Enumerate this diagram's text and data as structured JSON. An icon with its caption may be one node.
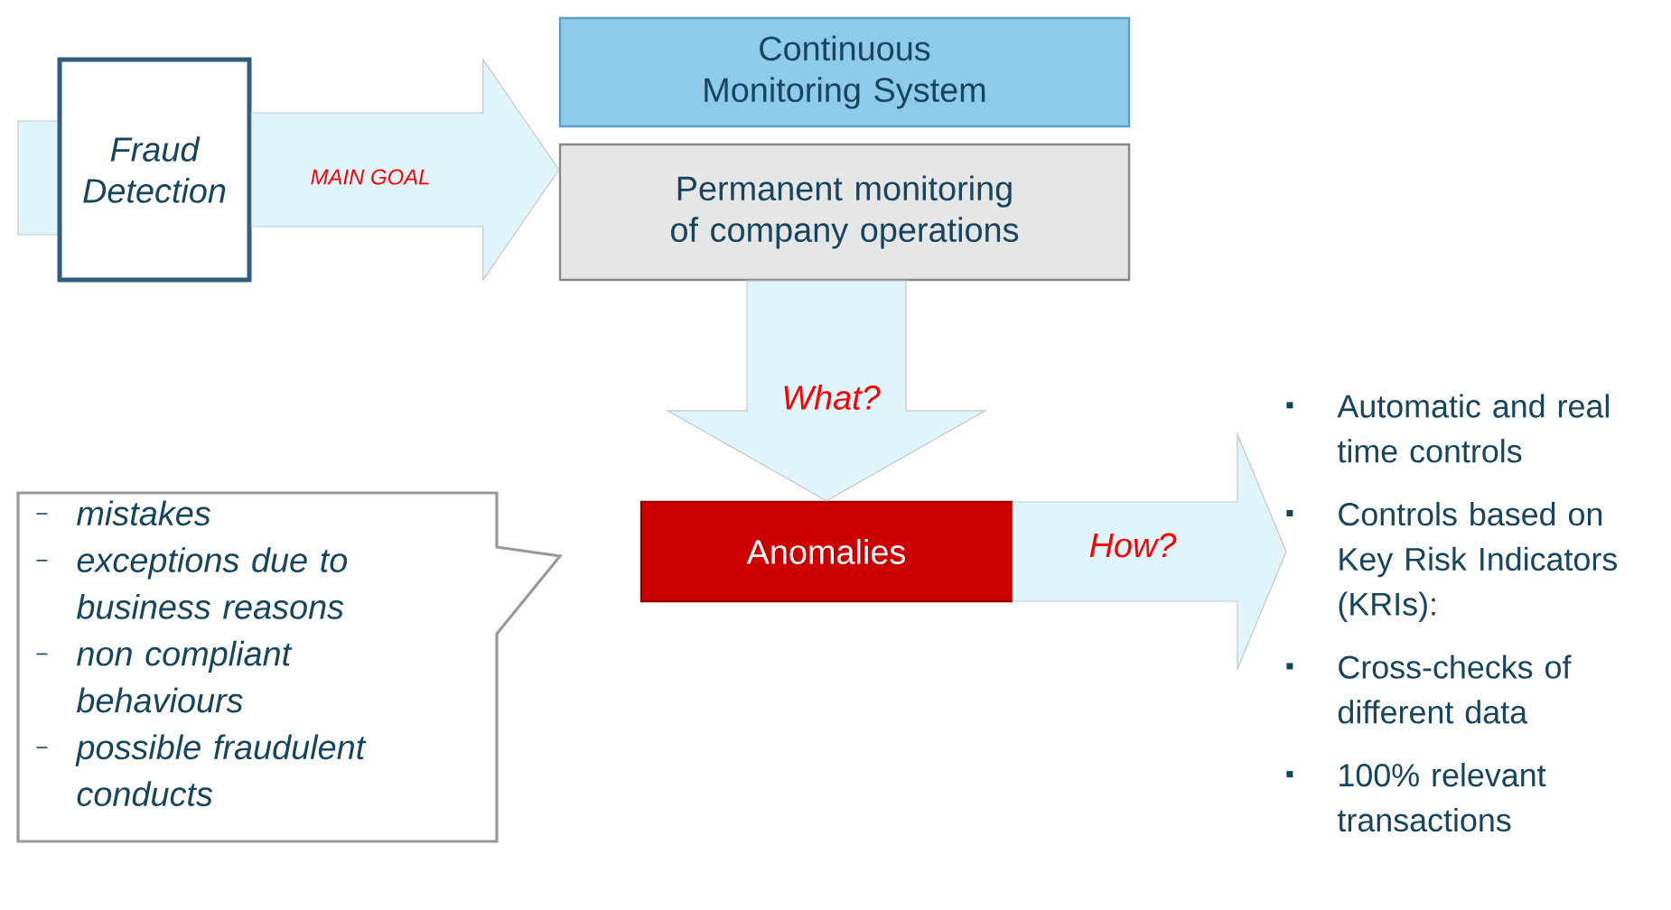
{
  "diagram": {
    "nodes": [
      {
        "text": [
          "Fraud Detection"
        ]
      },
      {
        "text": [
          "Continuous Monitoring System"
        ]
      },
      {
        "text": [
          "Permanent monitoring of company operations"
        ]
      },
      {
        "text": [
          "Anomalies"
        ]
      },
      {
        "text": [
          "mistakes",
          "exceptions due to business reasons",
          "non compliant behaviours",
          "possible fraudulent conducts"
        ]
      },
      {
        "text": [
          "Automatic and real time controls",
          "Controls based on Key Risk Indicators (KRIs):",
          "Cross-checks of different data",
          "100% relevant transactions"
        ]
      }
    ],
    "edges": [
      {
        "from": 0,
        "to": 2,
        "arrow": "to",
        "label": "MAIN GOAL"
      },
      {
        "from": 2,
        "to": 3,
        "arrow": "to",
        "label": "What?"
      },
      {
        "from": 3,
        "to": 5,
        "arrow": "to",
        "label": "How?"
      }
    ]
  }
}
